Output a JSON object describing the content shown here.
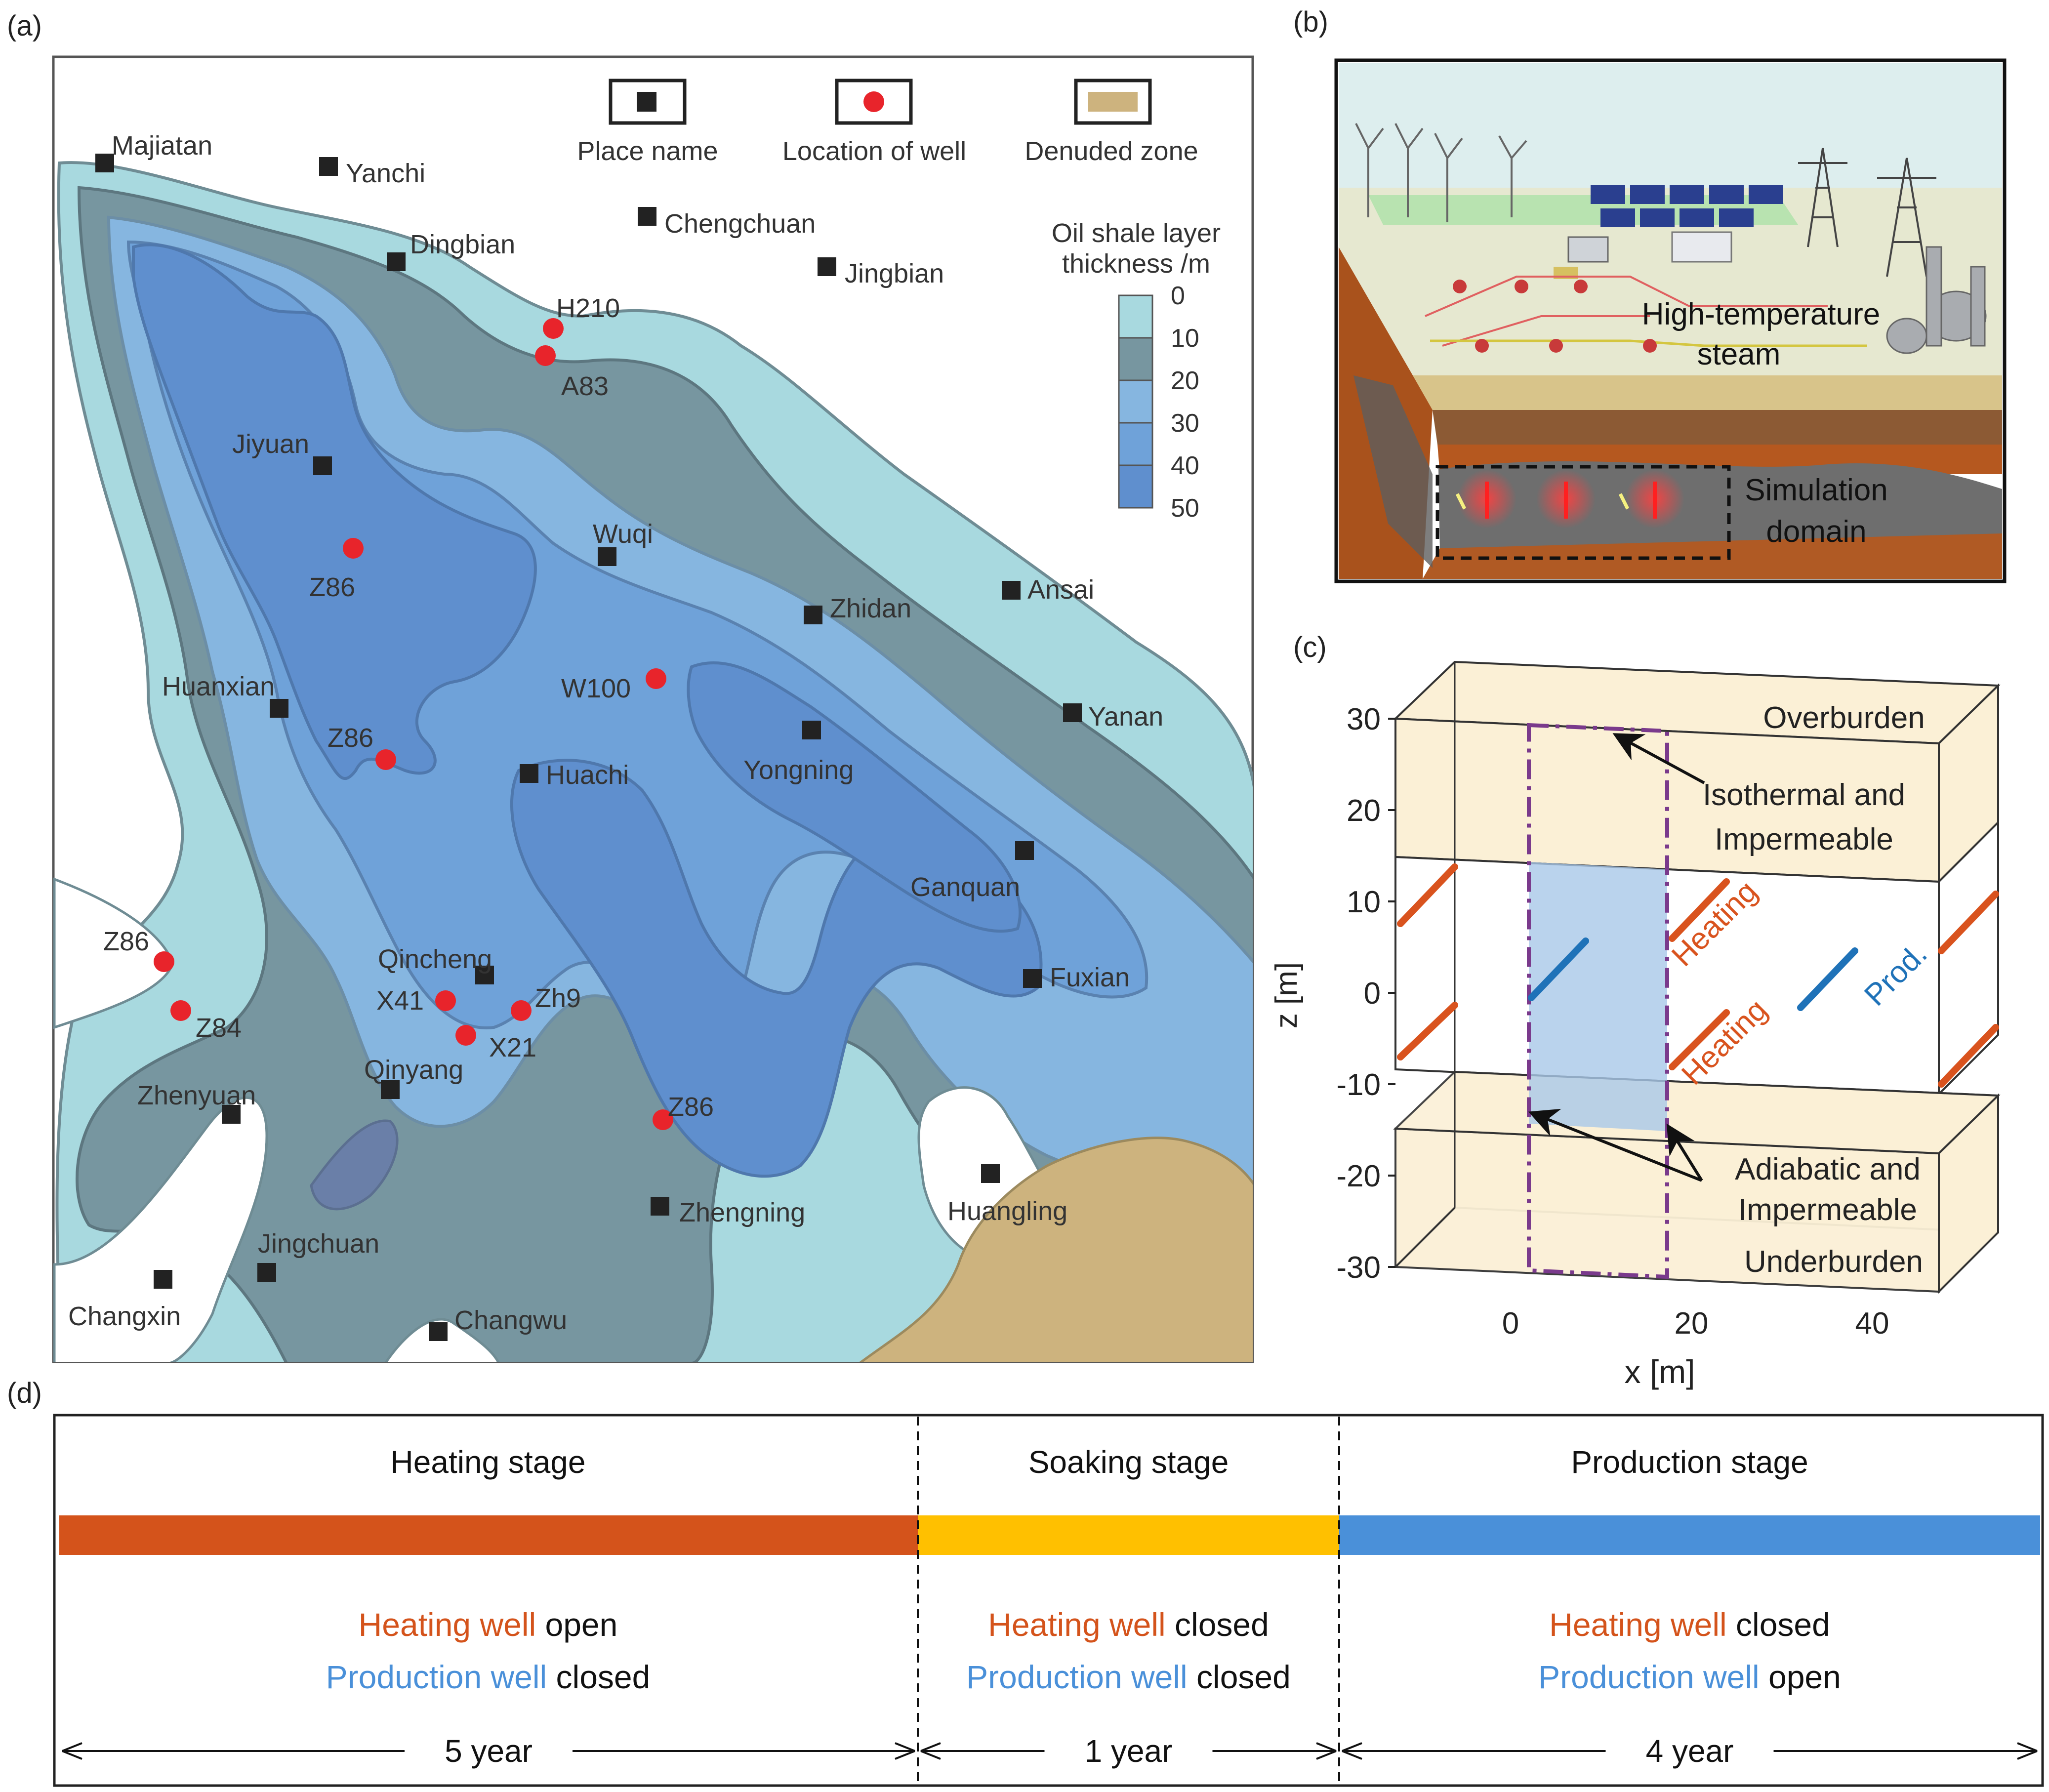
{
  "panels": {
    "a": "(a)",
    "b": "(b)",
    "c": "(c)",
    "d": "(d)"
  },
  "map": {
    "legend": {
      "place_name": "Place name",
      "well_location": "Location of well",
      "denuded_zone": "Denuded zone",
      "thickness_title_1": "Oil shale layer",
      "thickness_title_2": "thickness /m",
      "thickness_ticks": [
        "0",
        "10",
        "20",
        "30",
        "40",
        "50"
      ],
      "thickness_colors": [
        "#a8d9df",
        "#7796a0",
        "#86b6e0",
        "#6fa2d9",
        "#5f8fce"
      ]
    },
    "places": [
      "Majiatan",
      "Yanchi",
      "Dingbian",
      "Chengchuan",
      "Jingbian",
      "Jiyuan",
      "Wuqi",
      "Ansai",
      "Zhidan",
      "Huanxian",
      "Yanan",
      "Yongning",
      "Huachi",
      "Ganquan",
      "Fuxian",
      "Qincheng",
      "Qinyang",
      "Zhenyuan",
      "Zhengning",
      "Huangling",
      "Jingchuan",
      "Changxin",
      "Changwu"
    ],
    "wells": [
      "H210",
      "A83",
      "Z86",
      "W100",
      "Z86",
      "Z86",
      "Z84",
      "X41",
      "Zh9",
      "X21",
      "Z86"
    ],
    "colors": {
      "denuded": "#cdb37e",
      "well": "#e8242b",
      "place": "#222222"
    }
  },
  "schematic": {
    "steam_label_1": "High-temperature",
    "steam_label_2": "steam",
    "domain_label_1": "Simulation",
    "domain_label_2": "domain"
  },
  "model3d": {
    "z_axis_label": "z [m]",
    "x_axis_label": "x [m]",
    "z_ticks": [
      "30",
      "20",
      "10",
      "0",
      "-10",
      "-20",
      "-30"
    ],
    "x_ticks": [
      "0",
      "20",
      "40"
    ],
    "overburden": "Overburden",
    "underburden": "Underburden",
    "top_boundary_1": "Isothermal and",
    "top_boundary_2": "Impermeable",
    "side_boundary_1": "Adiabatic and",
    "side_boundary_2": "Impermeable",
    "heating_1": "Heating",
    "heating_2": "Heating",
    "production": "Prod.",
    "colors": {
      "heating": "#d9531e",
      "production": "#1f72b8",
      "burden": "#fbf0d6",
      "domain": "#7a3a8c"
    }
  },
  "timeline": {
    "stages": [
      {
        "name": "Heating stage",
        "color": "#d4531b",
        "heating_state": "open",
        "production_state": "closed",
        "duration": "5 year"
      },
      {
        "name": "Soaking stage",
        "color": "#ffc000",
        "heating_state": "closed",
        "production_state": "closed",
        "duration": "1 year"
      },
      {
        "name": "Production stage",
        "color": "#4a90d9",
        "heating_state": "closed",
        "production_state": "open",
        "duration": "4 year"
      }
    ],
    "heating_well_label": "Heating well",
    "production_well_label": "Production well",
    "colors": {
      "heating_text": "#d4531b",
      "production_text": "#4a90d9"
    }
  }
}
